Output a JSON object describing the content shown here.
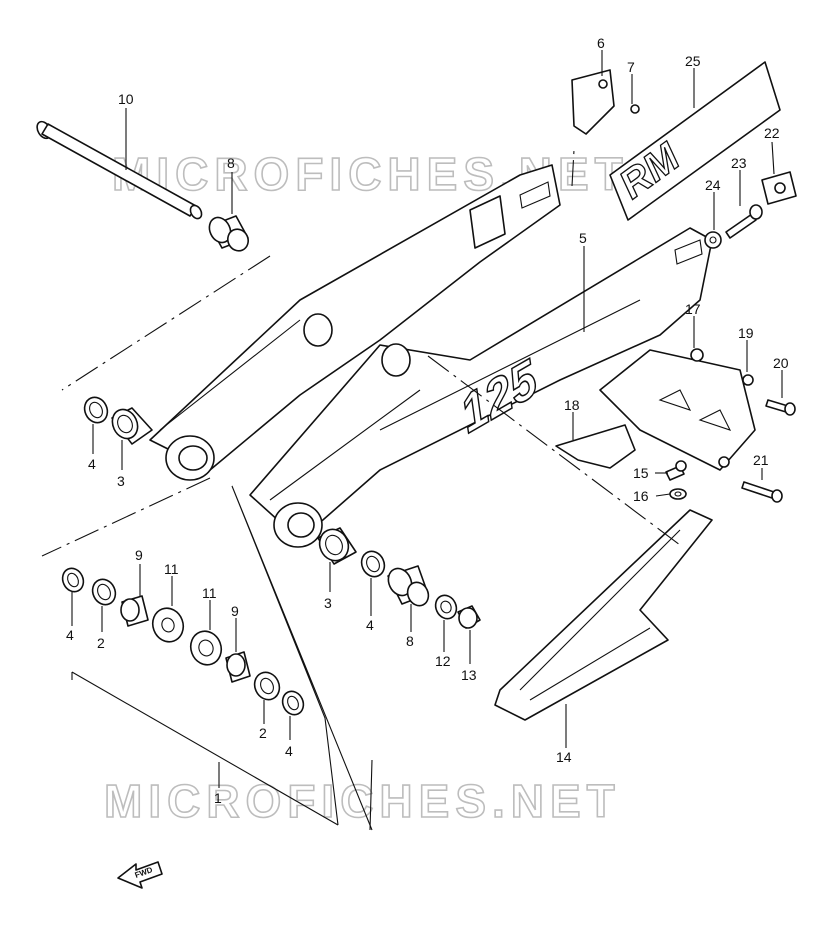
{
  "watermarks": [
    "MICROFICHES.NET",
    "MICROFICHES.NET"
  ],
  "decals": {
    "arm_logo": "125",
    "sticker_logo": "RM"
  },
  "fwd_label": "FWD",
  "callouts": [
    {
      "id": "c10",
      "label": "10"
    },
    {
      "id": "c8a",
      "label": "8"
    },
    {
      "id": "c6",
      "label": "6"
    },
    {
      "id": "c7",
      "label": "7"
    },
    {
      "id": "c25",
      "label": "25"
    },
    {
      "id": "c22",
      "label": "22"
    },
    {
      "id": "c23",
      "label": "23"
    },
    {
      "id": "c24",
      "label": "24"
    },
    {
      "id": "c5",
      "label": "5"
    },
    {
      "id": "c17",
      "label": "17"
    },
    {
      "id": "c19",
      "label": "19"
    },
    {
      "id": "c20",
      "label": "20"
    },
    {
      "id": "c18",
      "label": "18"
    },
    {
      "id": "c15",
      "label": "15"
    },
    {
      "id": "c16",
      "label": "16"
    },
    {
      "id": "c21",
      "label": "21"
    },
    {
      "id": "c4a",
      "label": "4"
    },
    {
      "id": "c3a",
      "label": "3"
    },
    {
      "id": "c9a",
      "label": "9"
    },
    {
      "id": "c11a",
      "label": "11"
    },
    {
      "id": "c11b",
      "label": "11"
    },
    {
      "id": "c9b",
      "label": "9"
    },
    {
      "id": "c4b",
      "label": "4"
    },
    {
      "id": "c2a",
      "label": "2"
    },
    {
      "id": "c2b",
      "label": "2"
    },
    {
      "id": "c4c",
      "label": "4"
    },
    {
      "id": "c3b",
      "label": "3"
    },
    {
      "id": "c4d",
      "label": "4"
    },
    {
      "id": "c8b",
      "label": "8"
    },
    {
      "id": "c12",
      "label": "12"
    },
    {
      "id": "c13",
      "label": "13"
    },
    {
      "id": "c14",
      "label": "14"
    },
    {
      "id": "c1",
      "label": "1"
    }
  ]
}
